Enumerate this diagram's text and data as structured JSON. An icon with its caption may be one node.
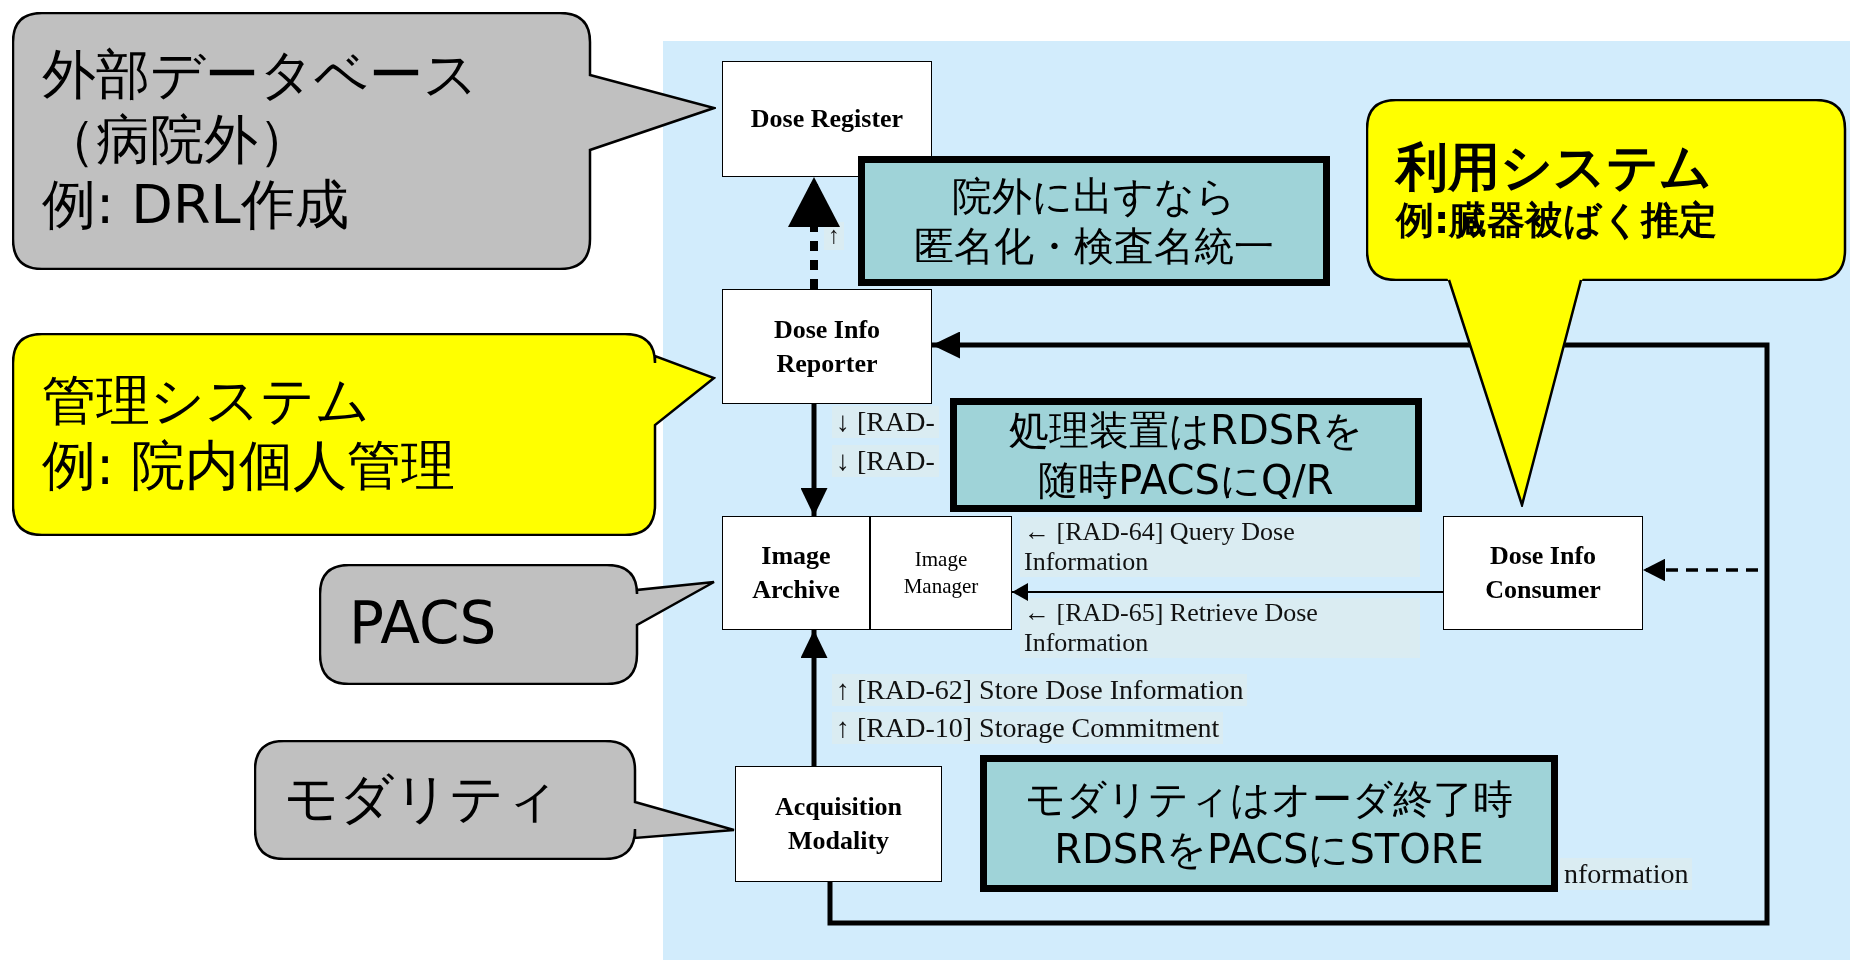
{
  "diagram": {
    "nodes": [
      {
        "text": [
          "外部データベース（病院外）",
          "例: DRL作成"
        ]
      },
      {
        "text": [
          "Dose Register"
        ]
      },
      {
        "text": [
          "利用システム",
          "例:臓器被ばく推定"
        ]
      },
      {
        "text": [
          "院外に出すなら",
          "匿名化・検査名統一"
        ]
      },
      {
        "text": [
          "Dose Info Reporter"
        ]
      },
      {
        "text": [
          "管理システム",
          "例: 院内個人管理"
        ]
      },
      {
        "text": [
          "処理装置はRDSRを",
          "随時PACSにQ/R"
        ]
      },
      {
        "text": [
          "Image Archive"
        ]
      },
      {
        "text": [
          "Image Manager"
        ]
      },
      {
        "text": [
          "Dose Info Consumer"
        ]
      },
      {
        "text": [
          "PACS"
        ]
      },
      {
        "text": [
          "モダリティ"
        ]
      },
      {
        "text": [
          "Acquisition Modality"
        ]
      },
      {
        "text": [
          "モダリティはオーダ終了時",
          "RDSRをPACSにSTORE"
        ]
      }
    ],
    "edges": [
      {
        "from": 4,
        "to": 1,
        "arrow": "to",
        "style": "dashed"
      },
      {
        "from": 4,
        "to": 7,
        "arrow": "to"
      },
      {
        "from": 9,
        "to": 8,
        "arrow": "to"
      },
      {
        "from": 12,
        "to": 7,
        "arrow": "to"
      },
      {
        "from": 12,
        "to": 4,
        "arrow": "to"
      },
      {
        "from": 12,
        "to": 9,
        "arrow": "to",
        "style": "dashed"
      }
    ],
    "labels": [
      "↑",
      "↓ [RAD-",
      "↓ [RAD-",
      "← [RAD-64] Query Dose Information",
      "← [RAD-65] Retrieve Dose Information",
      "↑ [RAD-62] Store Dose Information",
      "↑ [RAD-10] Storage Commitment",
      "nformation"
    ]
  }
}
